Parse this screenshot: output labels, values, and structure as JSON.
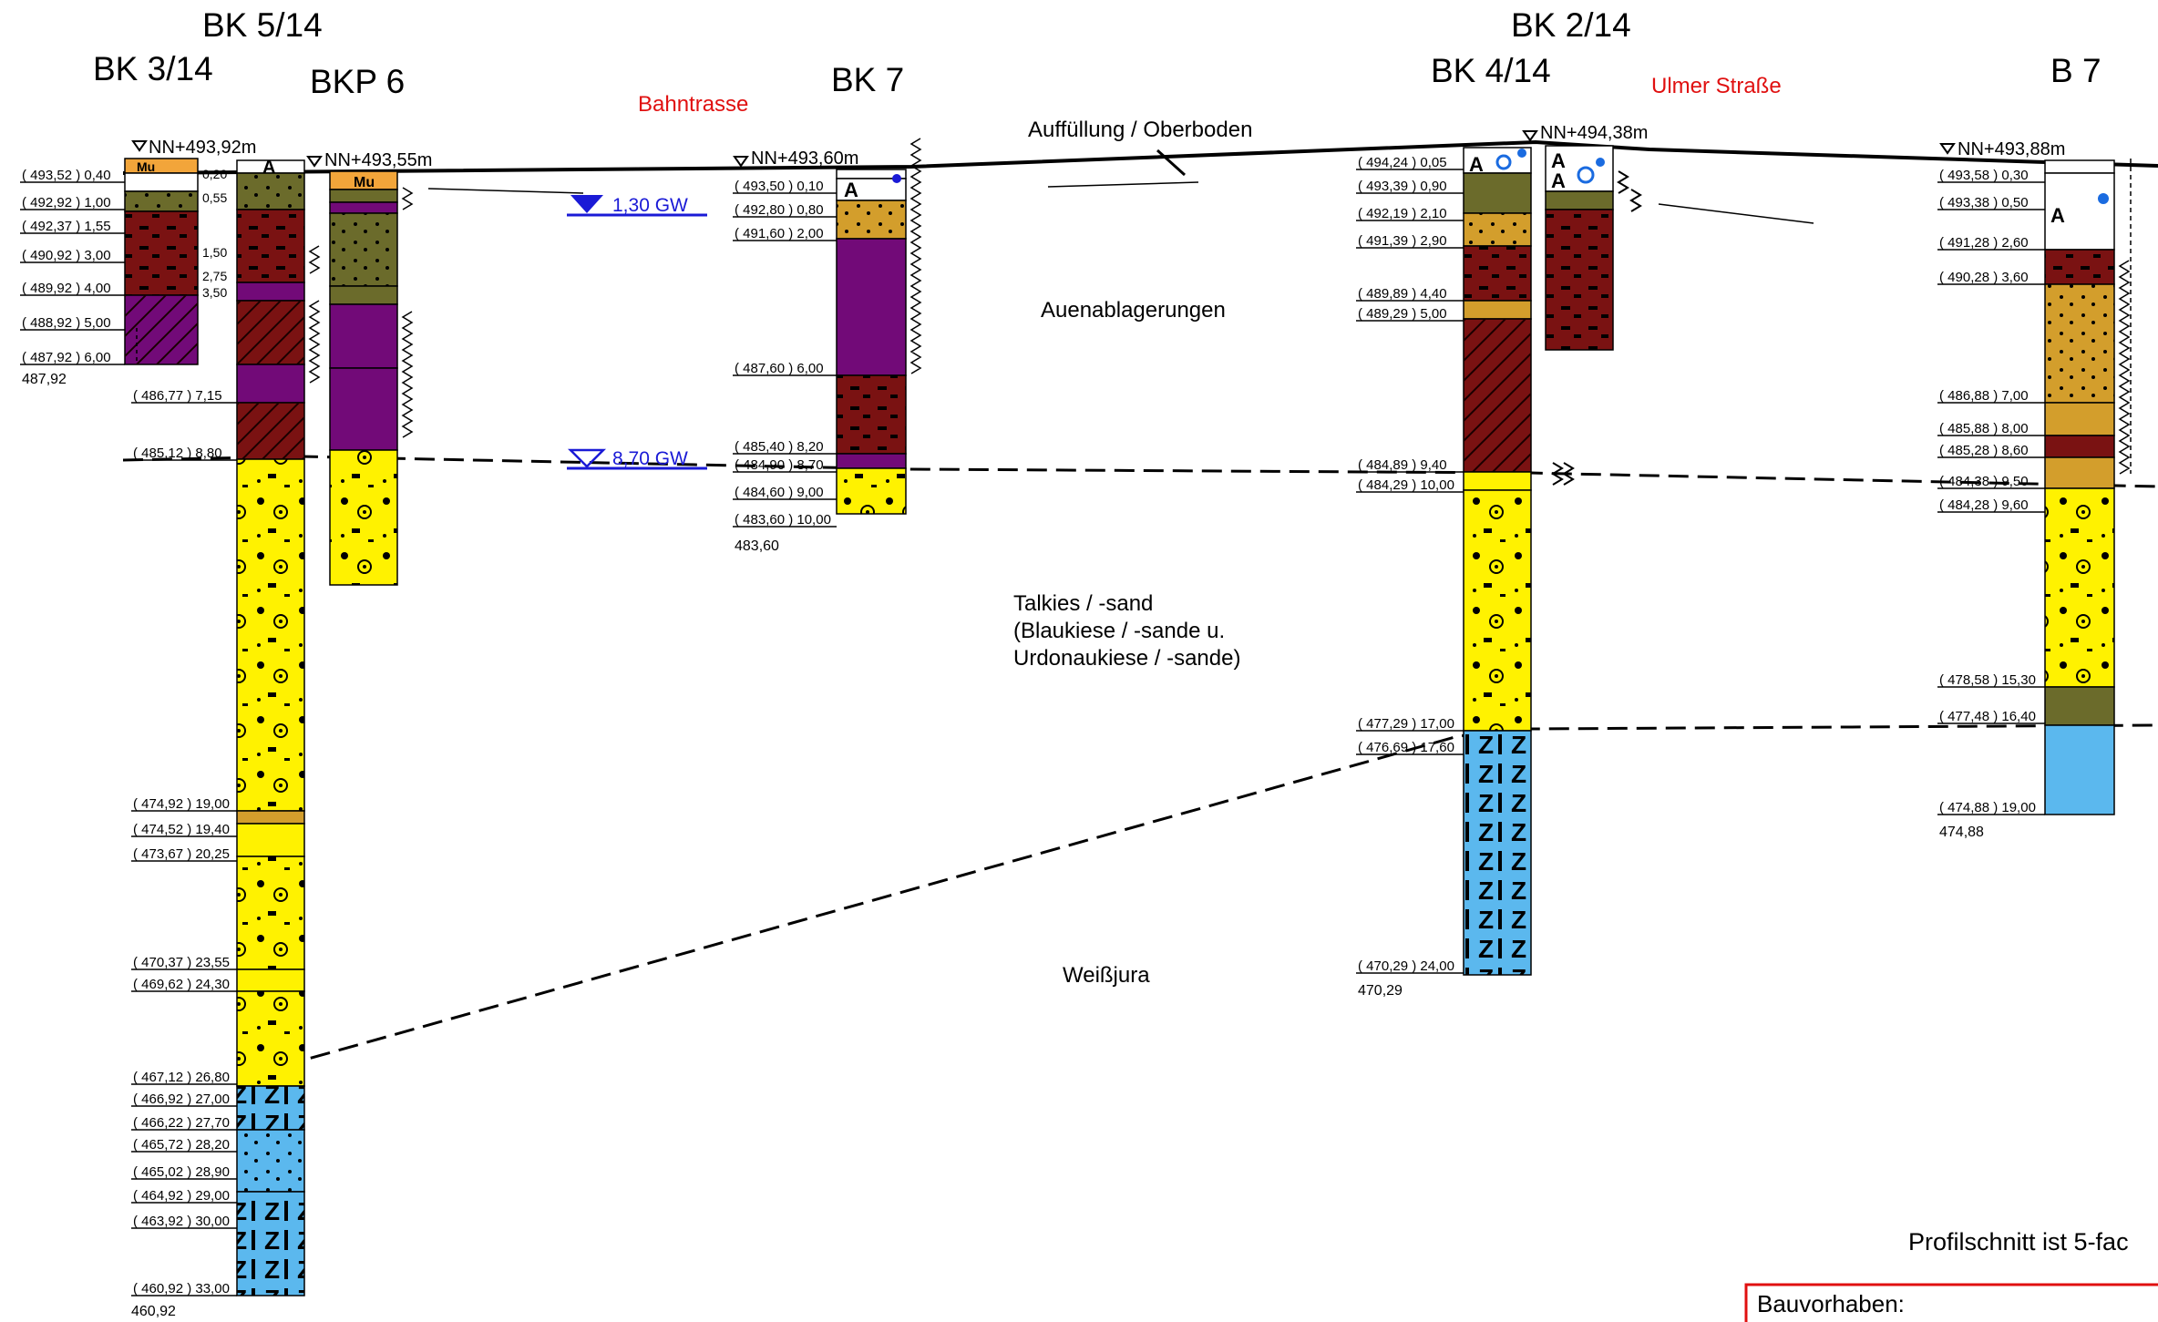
{
  "colors": {
    "mu": "#f2a53a",
    "fill_olive": "#6b6b2b",
    "aue_brown": "#7a1212",
    "aue_purple": "#720a78",
    "ochre": "#d39e2c",
    "kies": "#fff200",
    "jura": "#5bb8ee",
    "white": "#ffffff",
    "gw": "#1a1ad6",
    "red_text": "#e01010"
  },
  "headings": {
    "bk5": "BK 5/14",
    "bk3": "BK 3/14",
    "bkp6": "BKP 6",
    "bk7": "BK 7",
    "bk2": "BK 2/14",
    "bk4": "BK 4/14",
    "b7": "B 7"
  },
  "annotations": {
    "bahntrasse": "Bahntrasse",
    "ulmer": "Ulmer Straße",
    "auffuellung": "Auffüllung / Oberboden",
    "auen": "Auenablagerungen",
    "talkies1": "Talkies / -sand",
    "talkies2": "(Blaukiese / -sande u.",
    "talkies3": "Urdonaukiese / -sande)",
    "weissjura": "Weißjura",
    "gw1": "1,30 GW",
    "gw2": "8,70 GW",
    "profil_note": "Profilschnitt ist 5-fac",
    "bauvorhaben": "Bauvorhaben:",
    "mu_label": "Mu",
    "a_label": "A"
  },
  "tops": {
    "bk3": "NN+493,92m",
    "bkp6": "NN+493,55m",
    "bk7": "NN+493,60m",
    "bk2": "NN+494,38m",
    "b7": "NN+493,88m"
  },
  "bottoms": {
    "bk3": "487,92",
    "bk5": "460,92",
    "bk7": "483,60",
    "bk4": "470,29",
    "b7": "474,88"
  },
  "depths": {
    "bk3": [
      "( 493,52 ) 0,40",
      "( 492,92 ) 1,00",
      "( 492,37 ) 1,55",
      "( 490,92 ) 3,00",
      "( 489,92 ) 4,00",
      "( 488,92 ) 5,00",
      "( 487,92 ) 6,00"
    ],
    "bk5": [
      "( 486,77 ) 7,15",
      "( 485,12 ) 8,80",
      "( 474,92 ) 19,00",
      "( 474,52 ) 19,40",
      "( 473,67 ) 20,25",
      "( 470,37 ) 23,55",
      "( 469,62 ) 24,30",
      "( 467,12 ) 26,80",
      "( 466,92 ) 27,00",
      "( 466,22 ) 27,70",
      "( 465,72 ) 28,20",
      "( 465,02 ) 28,90",
      "( 464,92 ) 29,00",
      "( 463,92 ) 30,00",
      "( 460,92 ) 33,00"
    ],
    "bk5_right": [
      "0,20",
      "0,55",
      "1,50",
      "2,75",
      "3,50"
    ],
    "bk7": [
      "( 493,50 ) 0,10",
      "( 492,80 ) 0,80",
      "( 491,60 ) 2,00",
      "( 487,60 ) 6,00",
      "( 485,40 ) 8,20",
      "( 484,90 ) 8,70",
      "( 484,60 ) 9,00",
      "( 483,60 ) 10,00"
    ],
    "bk4": [
      "( 494,24 ) 0,05",
      "( 493,39 ) 0,90",
      "( 492,19 ) 2,10",
      "( 491,39 ) 2,90",
      "( 489,89 ) 4,40",
      "( 489,29 ) 5,00",
      "( 484,89 ) 9,40",
      "( 484,29 ) 10,00",
      "( 477,29 ) 17,00",
      "( 476,69 ) 17,60",
      "( 470,29 ) 24,00"
    ],
    "b7": [
      "( 493,58 ) 0,30",
      "( 493,38 ) 0,50",
      "( 491,28 ) 2,60",
      "( 490,28 ) 3,60",
      "( 486,88 ) 7,00",
      "( 485,88 ) 8,00",
      "( 485,28 ) 8,60",
      "( 484,38 ) 9,50",
      "( 484,28 ) 9,60",
      "( 478,58 ) 15,30",
      "( 477,48 ) 16,40",
      "( 474,88 ) 19,00"
    ]
  }
}
